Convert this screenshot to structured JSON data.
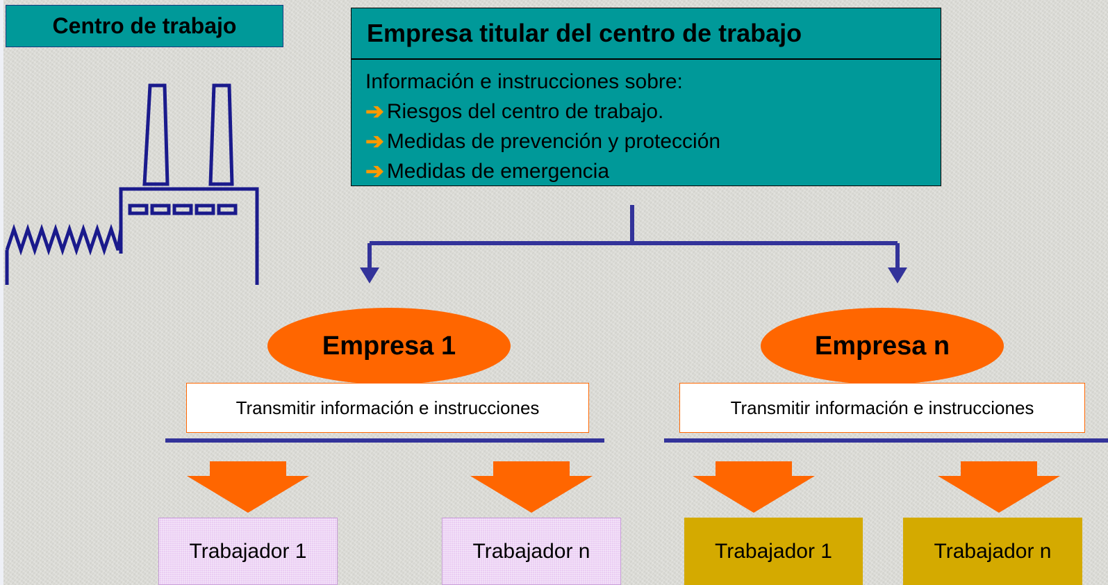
{
  "centro": {
    "label": "Centro de trabajo"
  },
  "owner": {
    "title": "Empresa titular del centro de trabajo",
    "intro": "Información e instrucciones sobre:",
    "items": [
      "Riesgos del centro de trabajo.",
      "Medidas de prevención y protección",
      "Medidas de emergencia"
    ],
    "bullet_glyph": "➔",
    "bullet_color": "#ff9900"
  },
  "companies": [
    {
      "name": "Empresa 1",
      "instruction": "Transmitir información e instrucciones",
      "workers": [
        "Trabajador 1",
        "Trabajador n"
      ]
    },
    {
      "name": "Empresa n",
      "instruction": "Transmitir información e instrucciones",
      "workers": [
        "Trabajador 1",
        "Trabajador n"
      ]
    }
  ],
  "colors": {
    "teal": "#009999",
    "orange": "#ff6600",
    "line_blue": "#33339a",
    "lilac": "#eaccf3",
    "gold": "#d4aa00"
  }
}
